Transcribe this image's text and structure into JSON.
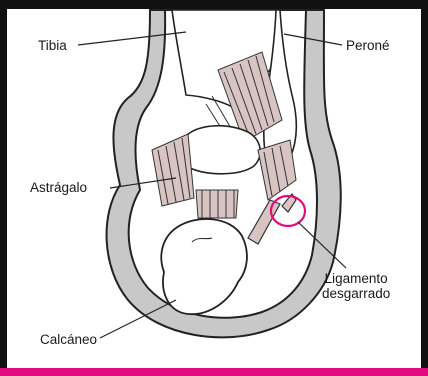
{
  "labels": {
    "tibia": "Tibia",
    "perone": "Peroné",
    "astragalo": "Astrágalo",
    "calcaneo": "Calcáneo",
    "ligamento_line1": "Ligamento",
    "ligamento_line2": "desgarrado"
  },
  "colors": {
    "border": "#111111",
    "accent": "#e10a7e",
    "skin_gray": "#c8c8c8",
    "bone": "#ffffff",
    "ink": "#1a1a1a"
  }
}
